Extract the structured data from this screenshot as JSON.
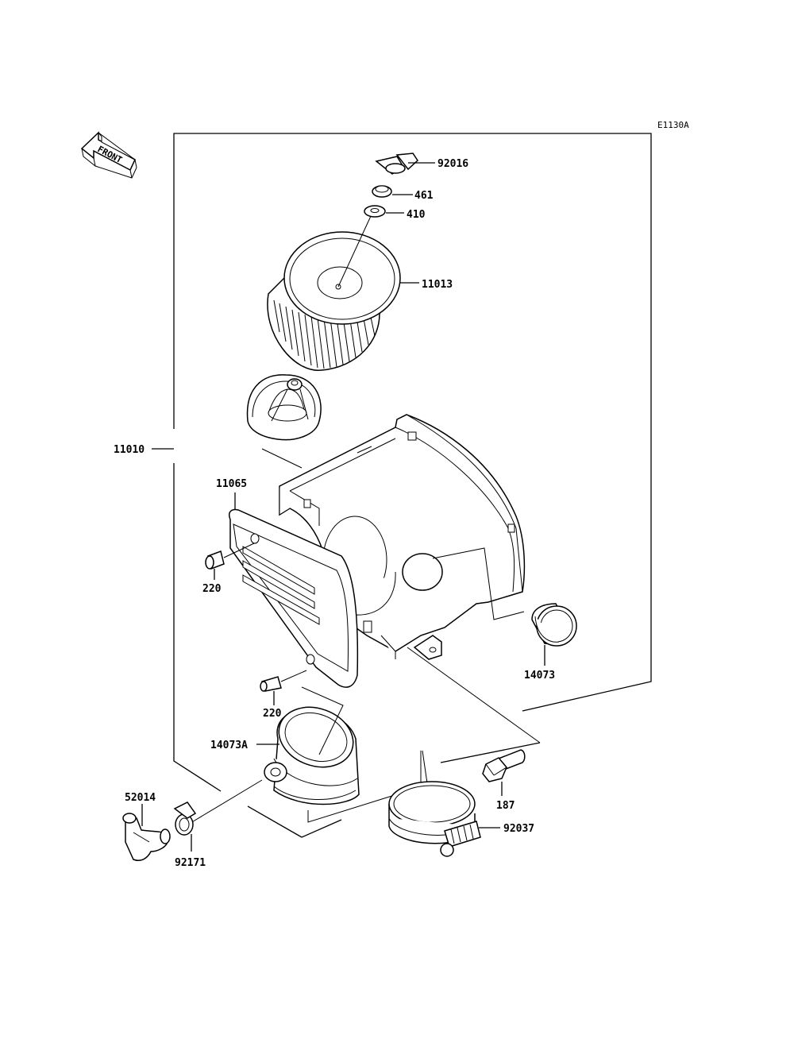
{
  "diagram_code": "E1130A",
  "front_label": "FRONT",
  "parts": {
    "wing_nut": "92016",
    "washer_461": "461",
    "washer_410": "410",
    "filter_element": "11013",
    "air_cleaner_assy": "11010",
    "cover": "11065",
    "screw_upper": "220",
    "screw_lower": "220",
    "duct_rear": "14073",
    "duct_front": "14073A",
    "bolt": "187",
    "band_clamp": "92037",
    "drain_plug": "52014",
    "hose_clamp": "92171"
  }
}
